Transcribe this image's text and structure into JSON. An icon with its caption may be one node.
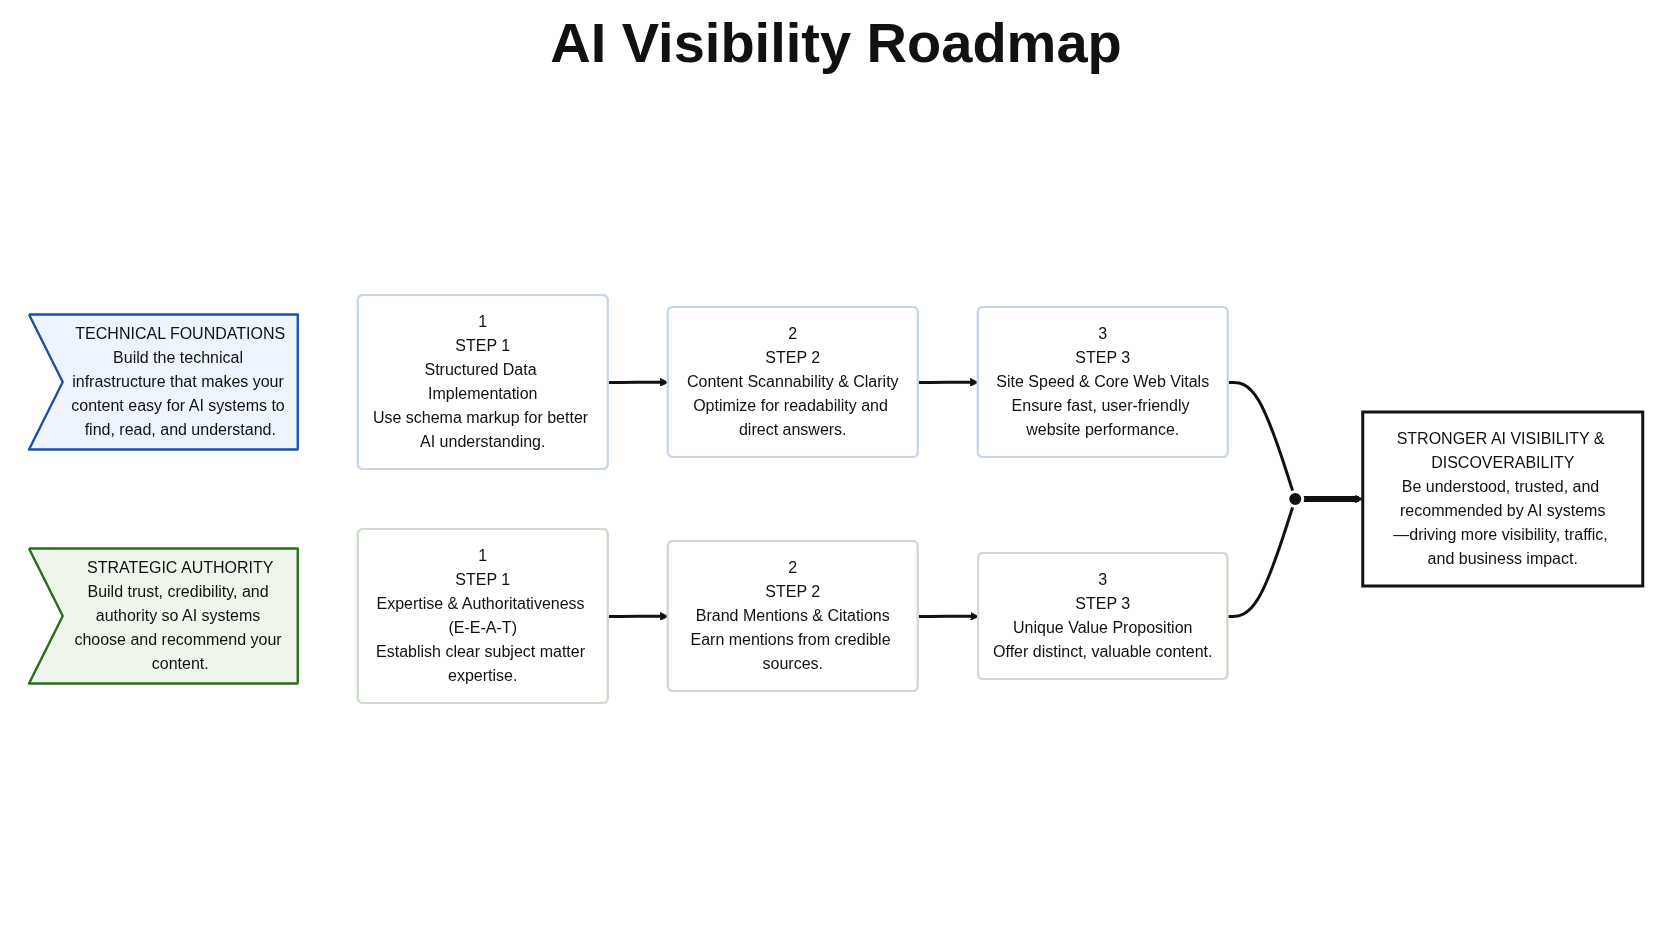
{
  "diagram": {
    "title": "AI Visibility Roadmap",
    "nodes": [
      {
        "text": [
          "TECHNICAL FOUNDATIONS",
          "Build the technical infrastructure that makes your content easy for AI systems to find, read, and understand."
        ]
      },
      {
        "text": [
          "1",
          "STEP 1",
          "Structured Data Implementation",
          "Use schema markup for better AI understanding."
        ]
      },
      {
        "text": [
          "2",
          "STEP 2",
          "Content Scannability & Clarity",
          "Optimize for readability and direct answers."
        ]
      },
      {
        "text": [
          "3",
          "STEP 3",
          "Site Speed & Core Web Vitals",
          "Ensure fast, user-friendly website performance."
        ]
      },
      {
        "text": [
          "STRATEGIC AUTHORITY",
          "Build trust, credibility, and authority so AI systems choose and recommend your content."
        ]
      },
      {
        "text": [
          "1",
          "STEP 1",
          "Expertise & Authoritativeness (E-E-A-T)",
          "Establish clear subject matter expertise."
        ]
      },
      {
        "text": [
          "2",
          "STEP 2",
          "Brand Mentions & Citations",
          "Earn mentions from credible sources."
        ]
      },
      {
        "text": [
          "3",
          "STEP 3",
          "Unique Value Proposition",
          "Offer distinct, valuable content."
        ]
      },
      {
        "text": [],
        "shape": "circle"
      },
      {
        "text": [
          "STRONGER AI VISIBILITY & DISCOVERABILITY",
          "Be understood, trusted, and recommended by AI systems—driving more visibility, traffic, and business impact."
        ]
      }
    ],
    "edges": [
      {
        "from": 1,
        "to": 2,
        "arrow": "to"
      },
      {
        "from": 2,
        "to": 3,
        "arrow": "to"
      },
      {
        "from": 5,
        "to": 6,
        "arrow": "to"
      },
      {
        "from": 6,
        "to": 7,
        "arrow": "to"
      },
      {
        "from": 3,
        "to": 8,
        "arrow": "none"
      },
      {
        "from": 7,
        "to": 8,
        "arrow": "none"
      },
      {
        "from": 8,
        "to": 9,
        "arrow": "to",
        "style": "thick"
      }
    ]
  }
}
